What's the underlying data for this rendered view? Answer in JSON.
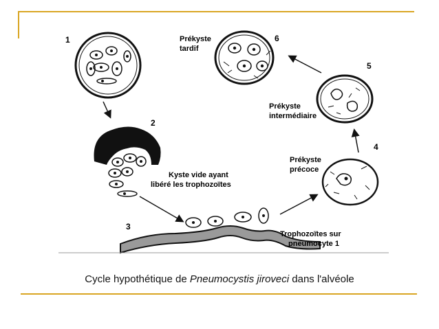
{
  "diagram": {
    "step_numbers": [
      "1",
      "2",
      "3",
      "4",
      "5",
      "6"
    ],
    "labels": {
      "step2": [
        "Kyste vide ayant",
        "libéré les trophozoïtes"
      ],
      "step3": [
        "Trophozoïtes sur",
        "pneumocyte 1"
      ],
      "step4": [
        "Prékyste",
        "précoce"
      ],
      "step5": [
        "Prékyste",
        "intermédiaire"
      ],
      "step6": [
        "Prékyste",
        "tardif"
      ]
    }
  },
  "caption": {
    "prefix": "Cycle hypothétique de ",
    "species": "Pneumocystis jiroveci",
    "suffix": " dans l'alvéole"
  },
  "colors": {
    "accent_lines": "#d9a521",
    "ink": "#111111",
    "membrane": "#8a8a8a"
  }
}
